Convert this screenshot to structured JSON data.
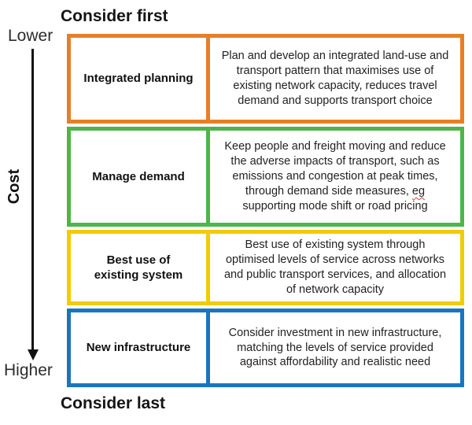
{
  "header": {
    "consider_first": "Consider first",
    "consider_last": "Consider last"
  },
  "axis": {
    "label": "Cost",
    "top_label": "Lower",
    "bottom_label": "Higher",
    "arrow_direction": "down",
    "arrow_color": "#111111"
  },
  "colors": {
    "orange": "#E87E27",
    "green": "#4CB648",
    "yellow": "#F0CC00",
    "blue": "#1B75BC",
    "text": "#1d1d1d",
    "spellcheck_red": "#e03a2f"
  },
  "rows": [
    {
      "label": "Integrated planning",
      "description": "Plan and develop an integrated land-use and transport pattern that maximises use of existing network capacity, reduces travel demand and supports transport choice",
      "color": "#E87E27"
    },
    {
      "label": "Manage demand",
      "description_before": "Keep people and freight moving and reduce the adverse impacts of transport, such as emissions and congestion at peak times, through demand side measures, ",
      "description_flagged": "eg",
      "description_after": " supporting mode shift or road pricing",
      "color": "#4CB648"
    },
    {
      "label": "Best use of existing system",
      "description": "Best use of existing system through optimised levels of service across networks and public transport services, and allocation of network capacity",
      "color": "#F0CC00"
    },
    {
      "label": "New infrastructure",
      "description": "Consider investment in new infrastructure, matching the levels of service provided against affordability and realistic need",
      "color": "#1B75BC"
    }
  ]
}
